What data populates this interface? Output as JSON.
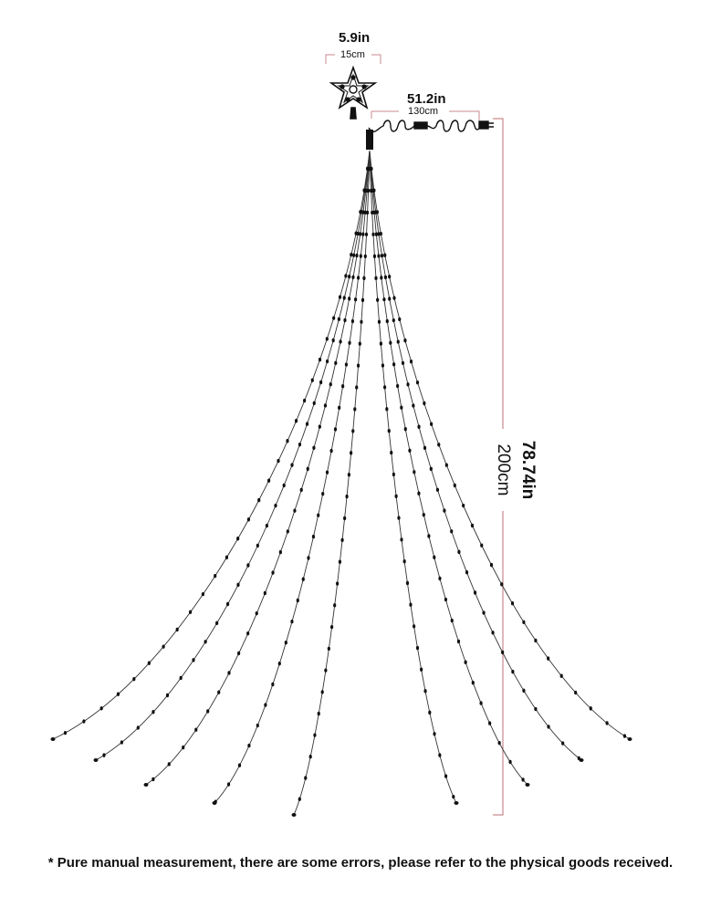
{
  "star_width": {
    "in": "5.9in",
    "cm": "15cm"
  },
  "cable_length": {
    "in": "51.2in",
    "cm": "130cm"
  },
  "strand_length": {
    "in": "78.74in",
    "cm": "200cm"
  },
  "footnote": "* Pure manual measurement, there are some errors, please refer to the physical goods received.",
  "colors": {
    "dimension_line": "#c98a8f",
    "wire": "#222222"
  }
}
